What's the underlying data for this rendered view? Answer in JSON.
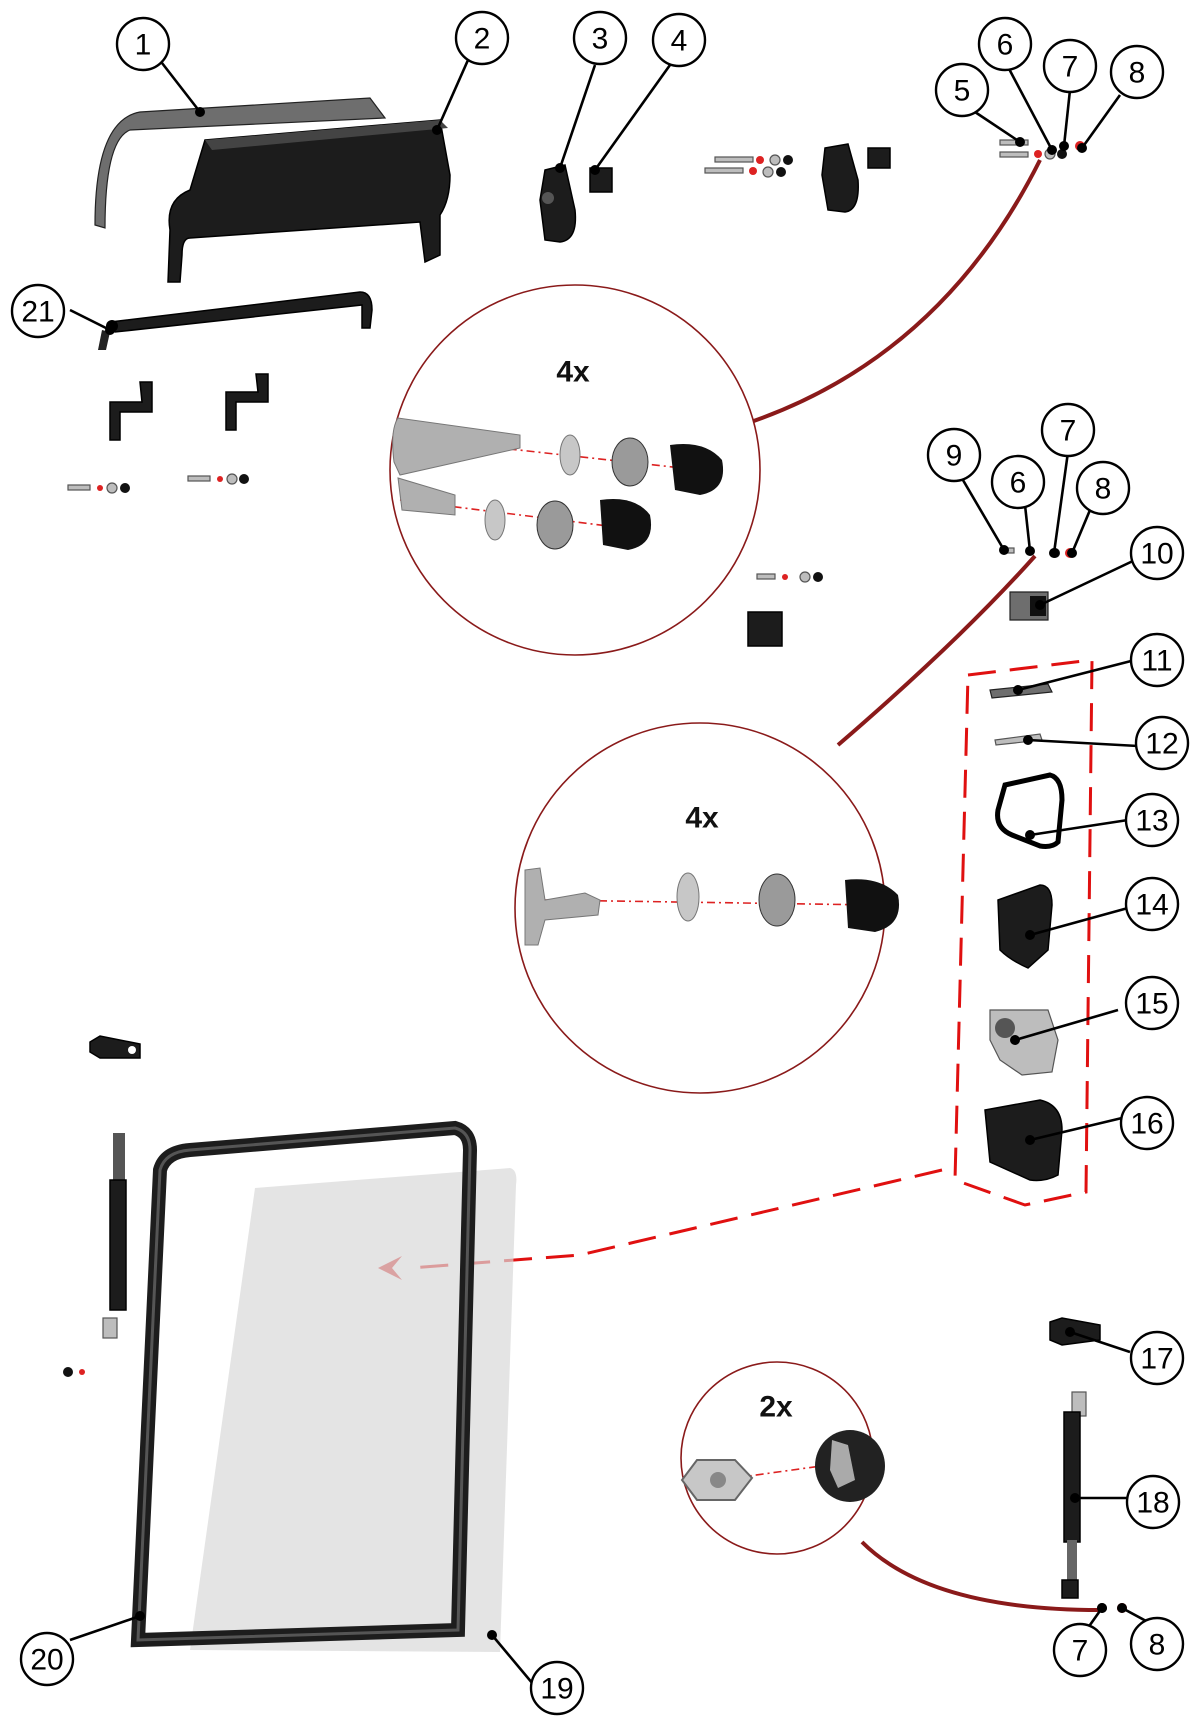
{
  "diagram": {
    "callouts": [
      "1",
      "2",
      "3",
      "4",
      "5",
      "6",
      "7",
      "8",
      "9",
      "6",
      "7",
      "8",
      "10",
      "11",
      "12",
      "13",
      "14",
      "15",
      "16",
      "17",
      "18",
      "7",
      "8",
      "19",
      "20",
      "21"
    ],
    "details": [
      {
        "qty": "4x"
      },
      {
        "qty": "4x"
      },
      {
        "qty": "2x"
      }
    ],
    "colors": {
      "part": "#1c1c1c",
      "detail_leader": "#8a1a1a",
      "group_outline": "#e01010",
      "glass": "#d9d9d9"
    }
  }
}
